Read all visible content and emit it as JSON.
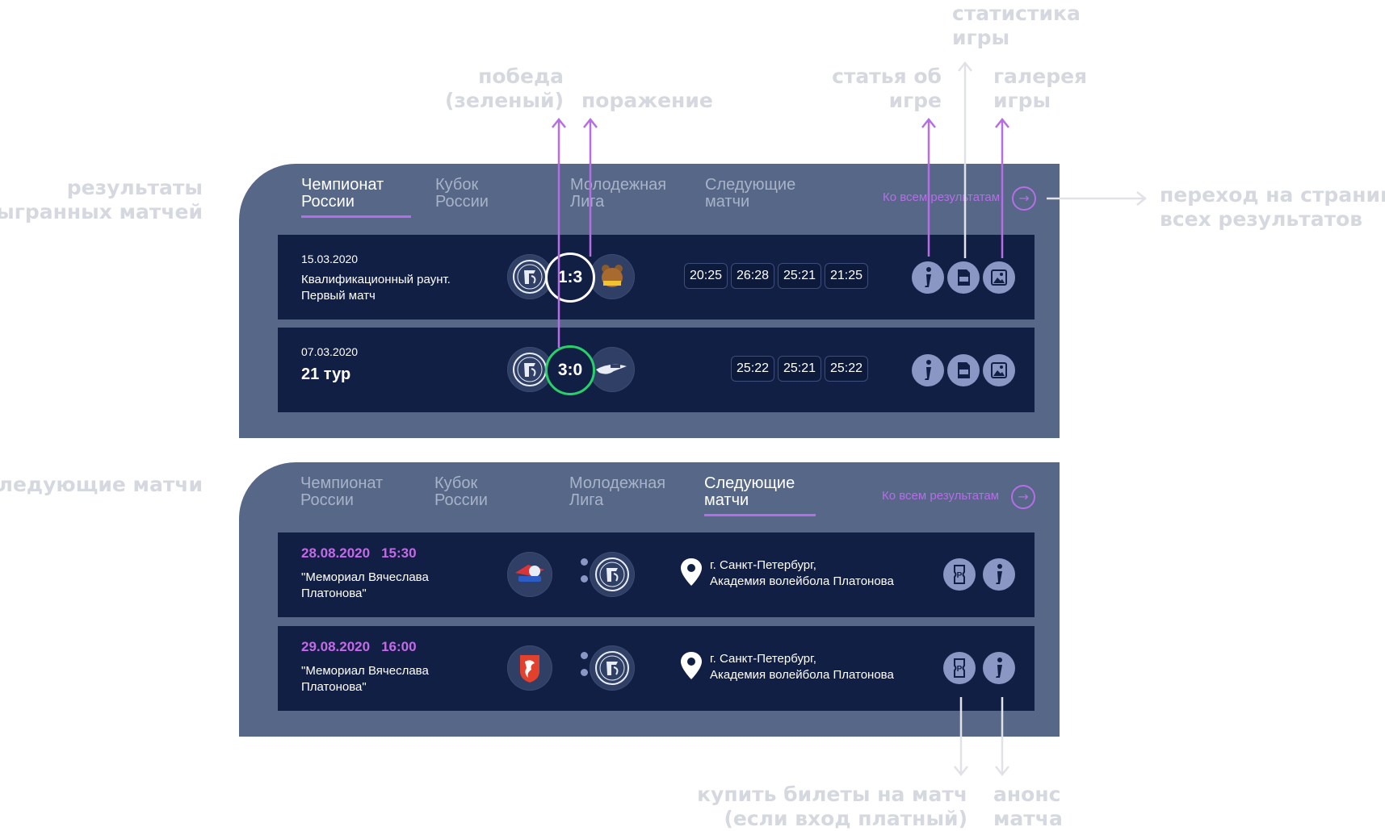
{
  "annotations": {
    "results_played_1": "результаты",
    "results_played_2": "сыгранных матчей",
    "next_matches": "следующие матчи",
    "win_1": "победа",
    "win_2": "(зеленый)",
    "loss": "поражение",
    "stats_1": "статистика",
    "stats_2": "игры",
    "article_1": "статья об",
    "article_2": "игре",
    "gallery_1": "галерея",
    "gallery_2": "игры",
    "all_results_1": "переход на страницу",
    "all_results_2": "всех результатов",
    "tickets_1": "купить билеты на матч",
    "tickets_2": "(если вход платный)",
    "announce_1": "анонс",
    "announce_2": "матча"
  },
  "results_panel": {
    "tabs": [
      {
        "line1": "Чемпионат",
        "line2": "России",
        "active": true
      },
      {
        "line1": "Кубок",
        "line2": "России",
        "active": false
      },
      {
        "line1": "Молодежная",
        "line2": "Лига",
        "active": false
      },
      {
        "line1": "Следующие",
        "line2": "матчи",
        "active": false
      }
    ],
    "all_results_label": "Ко всем результатам",
    "matches": [
      {
        "date": "15.03.2020",
        "title": "Квалификационный раунт. Первый матч",
        "score": "1:3",
        "result": "loss",
        "sets": [
          "20:25",
          "26:28",
          "25:21",
          "21:25"
        ]
      },
      {
        "date": "07.03.2020",
        "title": "21 тур",
        "score": "3:0",
        "result": "win",
        "sets": [
          "25:22",
          "25:21",
          "25:22"
        ]
      }
    ]
  },
  "upcoming_panel": {
    "tabs": [
      {
        "line1": "Чемпионат",
        "line2": "России",
        "active": false
      },
      {
        "line1": "Кубок",
        "line2": "России",
        "active": false
      },
      {
        "line1": "Молодежная",
        "line2": "Лига",
        "active": false
      },
      {
        "line1": "Следующие",
        "line2": "матчи",
        "active": true
      }
    ],
    "all_results_label": "Ко всем результатам",
    "matches": [
      {
        "date": "28.08.2020",
        "time": "15:30",
        "title": "\"Мемориал Вячеслава Платонова\"",
        "location_1": "г. Санкт-Петербург,",
        "location_2": "Академия волейбола Платонова"
      },
      {
        "date": "29.08.2020",
        "time": "16:00",
        "title": "\"Мемориал Вячеслава Платонова\"",
        "location_1": "г. Санкт-Петербург,",
        "location_2": "Академия волейбола Платонова"
      }
    ]
  },
  "colors": {
    "panel": "#566787",
    "row": "#121f44",
    "accent": "#b56ee6",
    "win": "#27d16a",
    "annotation": "#d6d8e0",
    "annotation_arrow": "#b56ee6"
  }
}
